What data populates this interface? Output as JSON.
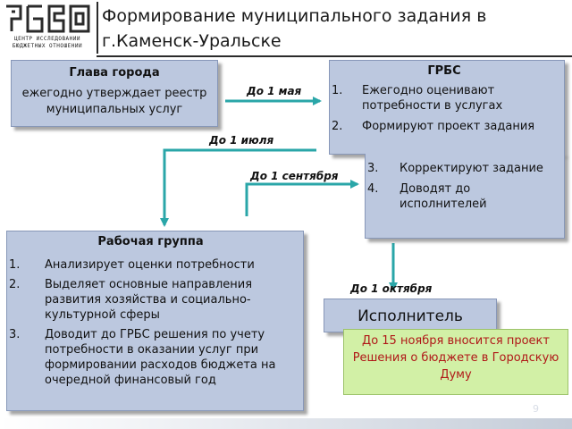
{
  "header": {
    "logo_line1": "ЦЕНТР ИССЛЕДОВАНИЙ",
    "logo_line2": "БЮДЖЕТНЫХ ОТНОШЕНИЙ",
    "title": "Формирование муниципального задания в г.Каменск-Уральске"
  },
  "glava": {
    "title": "Глава города",
    "text": "ежегодно утверждает реестр муниципальных услуг"
  },
  "grbs": {
    "title": "ГРБС",
    "items": [
      {
        "num": "1.",
        "text": "Ежегодно оценивают потребности в услугах"
      },
      {
        "num": "2.",
        "text": "Формируют проект задания"
      }
    ],
    "items_cont": [
      {
        "num": "3.",
        "text": "Корректируют задание"
      },
      {
        "num": "4.",
        "text": "Доводят до исполнителей"
      }
    ]
  },
  "working_group": {
    "title": "Рабочая группа",
    "items": [
      {
        "num": "1.",
        "text": "Анализирует оценки потребности"
      },
      {
        "num": "2.",
        "text": "Выделяет основные направления развития хозяйства и социально-культурной сферы"
      },
      {
        "num": "3.",
        "text": "Доводит до ГРБС решения по учету потребности в оказании услуг при формировании расходов бюджета на очередной финансовый год"
      }
    ]
  },
  "executor": {
    "text": "Исполнитель"
  },
  "budget_note": {
    "text": "До 15 ноября вносится проект Решения о бюджете в Городскую Думу"
  },
  "deadlines": {
    "may": "До 1 мая",
    "july": "До 1 июля",
    "september": "До 1 сентября",
    "october": "До 1 октября"
  },
  "colors": {
    "box_fill": "#bcc8df",
    "arrow": "#2aa6a8",
    "note_fill": "#d2f0a6",
    "note_text": "#b01818"
  },
  "page_number": "9"
}
